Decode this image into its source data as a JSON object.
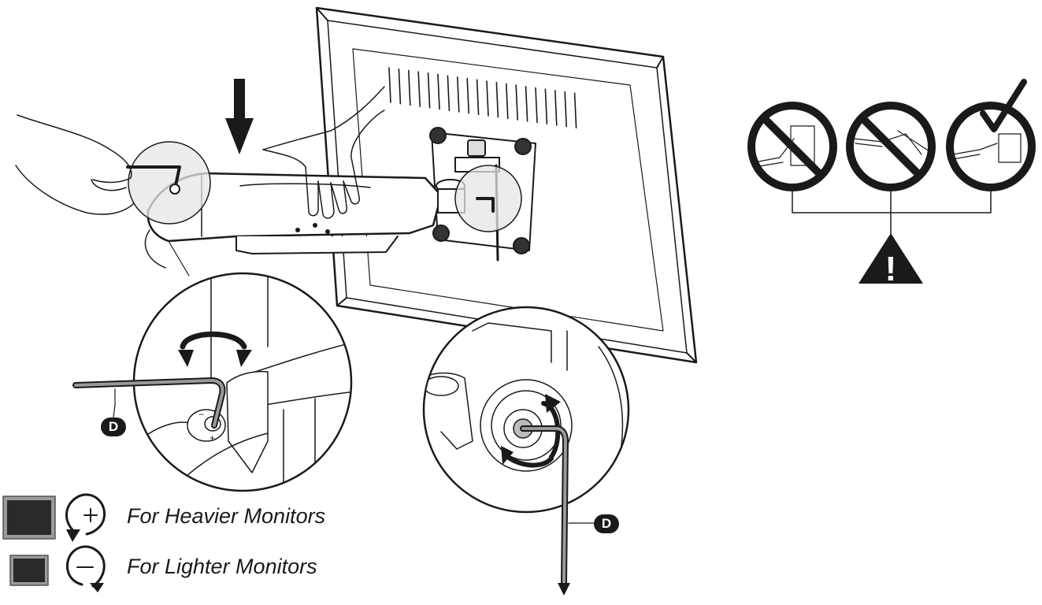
{
  "callouts": {
    "tool_label_left": "D",
    "tool_label_right": "D"
  },
  "legend": {
    "heavier": {
      "label": "For Heavier Monitors",
      "icon": "rotate-plus-icon"
    },
    "lighter": {
      "label": "For Lighter Monitors",
      "icon": "rotate-minus-icon"
    }
  },
  "warning": {
    "icon": "warning-triangle-icon",
    "symbol": "!"
  },
  "colors": {
    "ink": "#1a1a1a",
    "zoom_fill": "#e6e6e6",
    "swatch_fill": "#2a2a2a"
  }
}
